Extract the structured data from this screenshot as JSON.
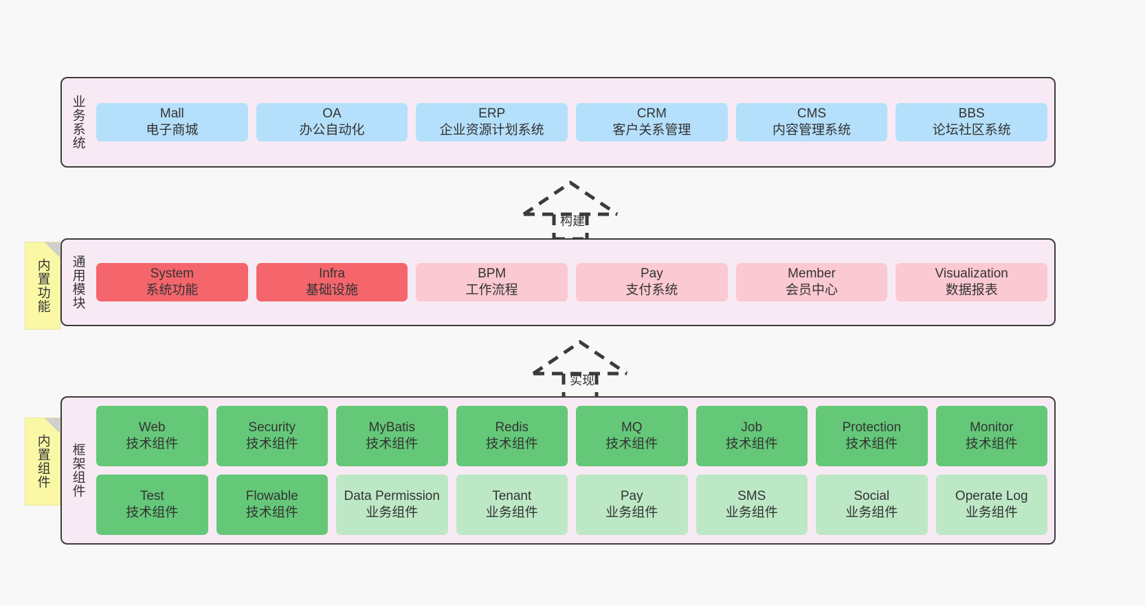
{
  "diagram": {
    "background": "#f8f8f8",
    "layer_fill": "#f8eaf4",
    "layer_border": "#3b3b3b",
    "note_fill": "#fbf8a5"
  },
  "layers": [
    {
      "id": "business-systems",
      "title": "业务系统",
      "cards": [
        {
          "en": "Mall",
          "cn": "电子商城",
          "color": "#b5e0fb"
        },
        {
          "en": "OA",
          "cn": "办公自动化",
          "color": "#b5e0fb"
        },
        {
          "en": "ERP",
          "cn": "企业资源计划系统",
          "color": "#b5e0fb"
        },
        {
          "en": "CRM",
          "cn": "客户关系管理",
          "color": "#b5e0fb"
        },
        {
          "en": "CMS",
          "cn": "内容管理系统",
          "color": "#b5e0fb"
        },
        {
          "en": "BBS",
          "cn": "论坛社区系统",
          "color": "#b5e0fb"
        }
      ]
    },
    {
      "id": "common-modules",
      "title": "通用模块",
      "note": "内置功能",
      "cards": [
        {
          "en": "System",
          "cn": "系统功能",
          "color": "#f4666c"
        },
        {
          "en": "Infra",
          "cn": "基础设施",
          "color": "#f4666c"
        },
        {
          "en": "BPM",
          "cn": "工作流程",
          "color": "#fbc9d2"
        },
        {
          "en": "Pay",
          "cn": "支付系统",
          "color": "#fbc9d2"
        },
        {
          "en": "Member",
          "cn": "会员中心",
          "color": "#fbc9d2"
        },
        {
          "en": "Visualization",
          "cn": "数据报表",
          "color": "#fbc9d2"
        }
      ]
    },
    {
      "id": "framework-components",
      "title": "框架组件",
      "note": "内置组件",
      "rows": [
        [
          {
            "en": "Web",
            "cn": "技术组件",
            "color": "#64c878"
          },
          {
            "en": "Security",
            "cn": "技术组件",
            "color": "#64c878"
          },
          {
            "en": "MyBatis",
            "cn": "技术组件",
            "color": "#64c878"
          },
          {
            "en": "Redis",
            "cn": "技术组件",
            "color": "#64c878"
          },
          {
            "en": "MQ",
            "cn": "技术组件",
            "color": "#64c878"
          },
          {
            "en": "Job",
            "cn": "技术组件",
            "color": "#64c878"
          },
          {
            "en": "Protection",
            "cn": "技术组件",
            "color": "#64c878"
          },
          {
            "en": "Monitor",
            "cn": "技术组件",
            "color": "#64c878"
          }
        ],
        [
          {
            "en": "Test",
            "cn": "技术组件",
            "color": "#64c878"
          },
          {
            "en": "Flowable",
            "cn": "技术组件",
            "color": "#64c878"
          },
          {
            "en": "Data Permission",
            "cn": "业务组件",
            "color": "#bde8c6",
            "wrap": true
          },
          {
            "en": "Tenant",
            "cn": "业务组件",
            "color": "#bde8c6"
          },
          {
            "en": "Pay",
            "cn": "业务组件",
            "color": "#bde8c6"
          },
          {
            "en": "SMS",
            "cn": "业务组件",
            "color": "#bde8c6"
          },
          {
            "en": "Social",
            "cn": "业务组件",
            "color": "#bde8c6"
          },
          {
            "en": "Operate Log",
            "cn": "业务组件",
            "color": "#bde8c6"
          }
        ]
      ]
    }
  ],
  "arrows": [
    {
      "id": "build-arrow",
      "label": "构建"
    },
    {
      "id": "implement-arrow",
      "label": "实现"
    }
  ]
}
